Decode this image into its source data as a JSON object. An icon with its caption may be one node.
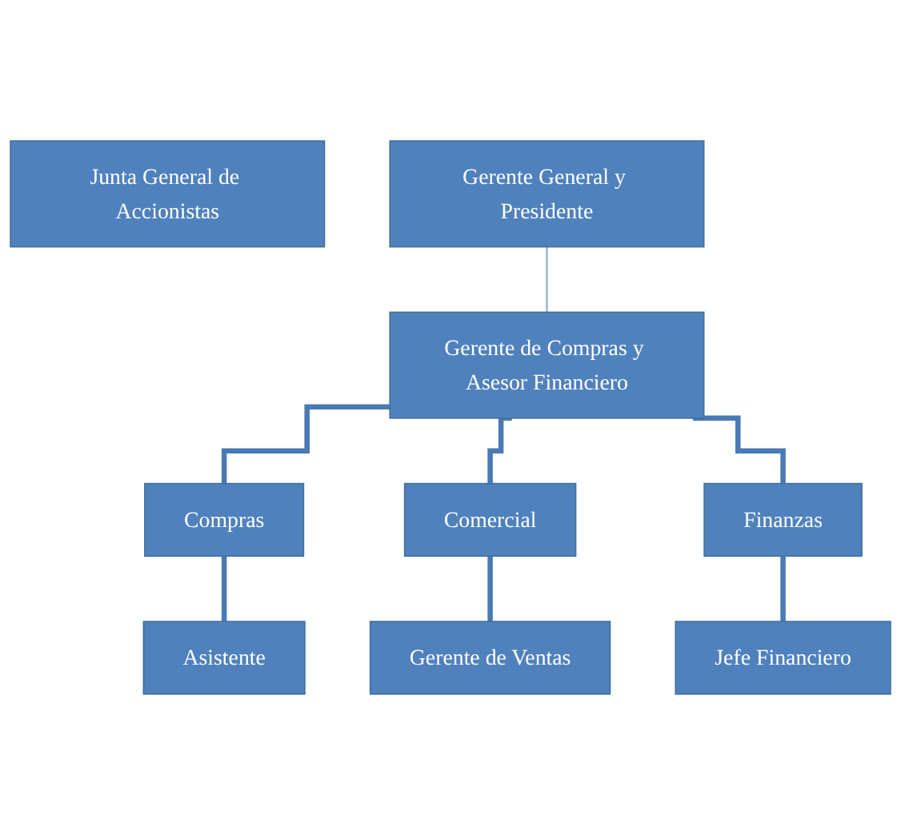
{
  "diagram": {
    "nodes": [
      {
        "text": [
          "Junta General de Accionistas"
        ]
      },
      {
        "text": [
          "Gerente General y Presidente"
        ]
      },
      {
        "text": [
          "Gerente de Compras y Asesor Financiero"
        ]
      },
      {
        "text": [
          "Compras"
        ]
      },
      {
        "text": [
          "Comercial"
        ]
      },
      {
        "text": [
          "Finanzas"
        ]
      },
      {
        "text": [
          "Asistente"
        ]
      },
      {
        "text": [
          "Gerente de Ventas"
        ]
      },
      {
        "text": [
          "Jefe Financiero"
        ]
      }
    ],
    "edges": [
      {
        "from": 1,
        "to": 2,
        "arrow": "none",
        "color": "#9fb4cc"
      },
      {
        "from": 2,
        "to": 3,
        "arrow": "none"
      },
      {
        "from": 2,
        "to": 4,
        "arrow": "none"
      },
      {
        "from": 2,
        "to": 5,
        "arrow": "none"
      },
      {
        "from": 3,
        "to": 6,
        "arrow": "none"
      },
      {
        "from": 4,
        "to": 7,
        "arrow": "none"
      },
      {
        "from": 5,
        "to": 8,
        "arrow": "none"
      }
    ]
  }
}
